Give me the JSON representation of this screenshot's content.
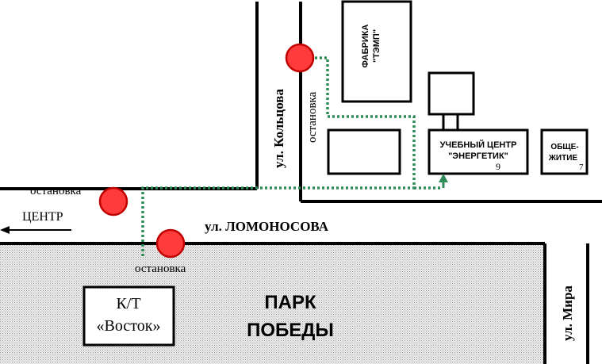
{
  "map": {
    "streets": {
      "lomonosova": "ул. ЛОМОНОСОВА",
      "koltsova": "ул. Кольцова",
      "mira": "ул. Мира"
    },
    "direction_label": "ЦЕНТР",
    "stops": [
      {
        "label": "остановка"
      },
      {
        "label": "остановка"
      },
      {
        "label": "остановка"
      }
    ],
    "buildings": {
      "factory": {
        "line1": "ФАБРИКА",
        "line2": "\"ТЭМП\""
      },
      "training_center": {
        "line1": "УЧЕБНЫЙ ЦЕНТР",
        "line2": "\"ЭНЕРГЕТИК\"",
        "number": "9"
      },
      "dormitory": {
        "line1": "ОБЩЕ-",
        "line2": "ЖИТИЕ",
        "number": "7"
      },
      "cinema": {
        "line1": "К/Т",
        "line2": "«Восток»"
      }
    },
    "park": {
      "line1": "ПАРК",
      "line2": "ПОБЕДЫ"
    },
    "colors": {
      "route": "#2e8b57",
      "stop_fill": "#ff3b3b",
      "stop_border": "#c00000",
      "park_fill": "#e4e4e4",
      "line": "#000000"
    }
  }
}
